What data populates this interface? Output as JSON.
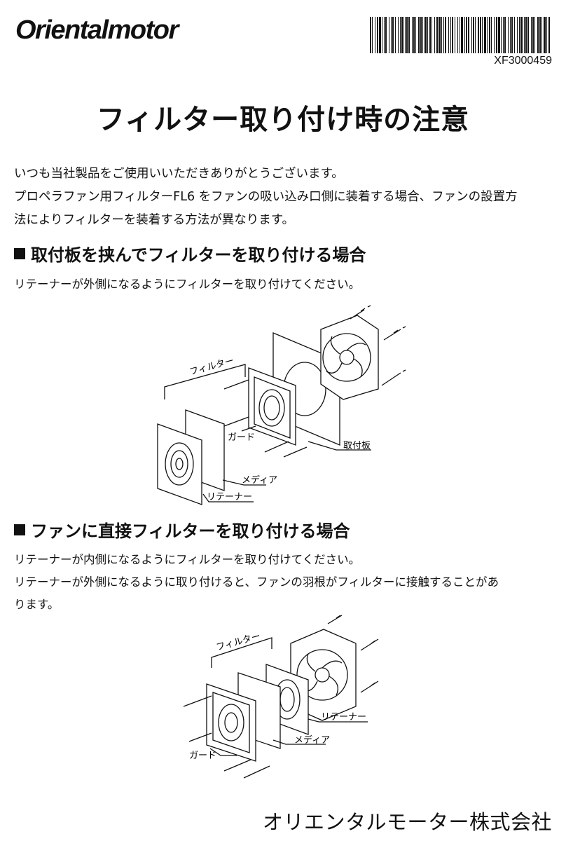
{
  "brand": {
    "logo_text": "Orientalmotor"
  },
  "document": {
    "code": "XF3000459"
  },
  "title": "フィルター取り付け時の注意",
  "intro": {
    "line1": "いつも当社製品をご使用いいただきありがとうございます。",
    "line2": "プロペラファン用フィルターFL6 をファンの吸い込み口側に装着する場合、ファンの設置方",
    "line3": "法によりフィルターを装着する方法が異なります。"
  },
  "section1": {
    "heading": "取付板を挟んでフィルターを取り付ける場合",
    "note": "リテーナーが外側になるようにフィルターを取り付けてください。",
    "labels": {
      "filter": "フィルター",
      "guard": "ガード",
      "plate": "取付板",
      "media": "メディア",
      "retainer": "リテーナー"
    }
  },
  "section2": {
    "heading": "ファンに直接フィルターを取り付ける場合",
    "note1": "リテーナーが内側になるようにフィルターを取り付けてください。",
    "note2": "リテーナーが外側になるように取り付けると、ファンの羽根がフィルターに接触することがあ",
    "note3": "ります。",
    "labels": {
      "filter": "フィルター",
      "retainer": "リテーナー",
      "media": "メディア",
      "guard": "ガード"
    }
  },
  "footer": {
    "company": "オリエンタルモーター株式会社"
  }
}
